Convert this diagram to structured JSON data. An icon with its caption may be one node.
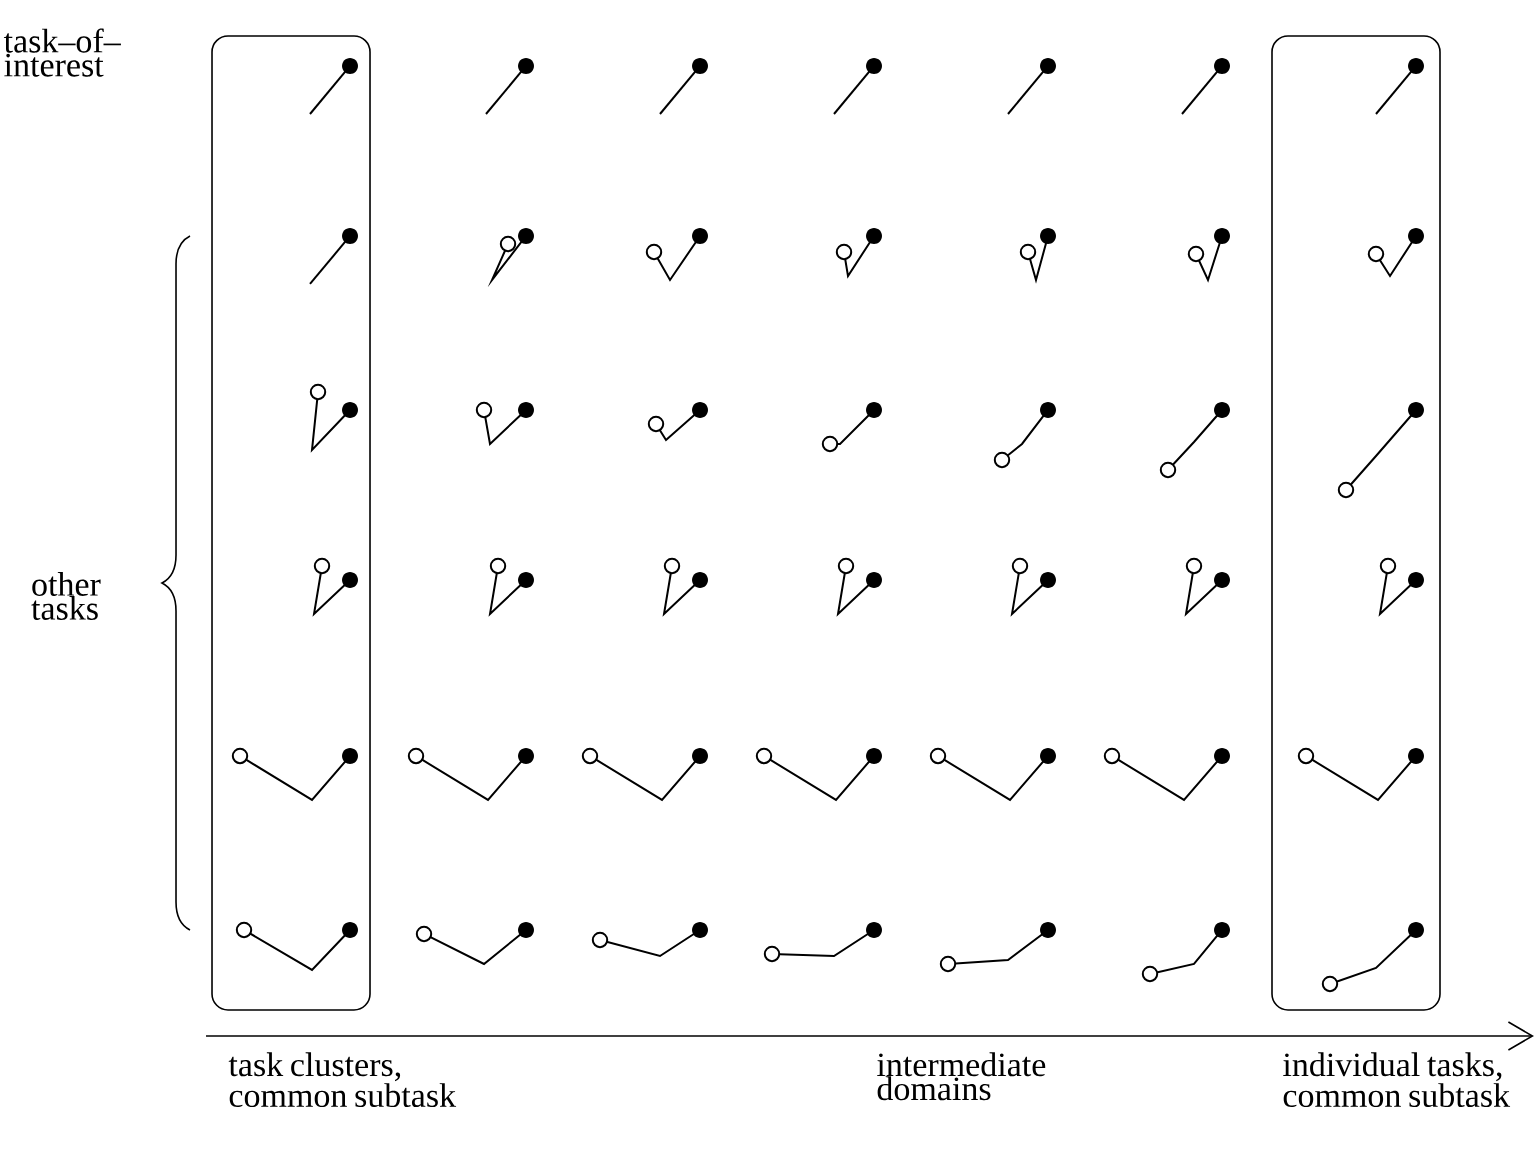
{
  "diagram": {
    "labels": [
      "task–of– interest",
      "other tasks",
      "task clusters, common subtask",
      "intermediate domains",
      "individual tasks, common subtask"
    ]
  }
}
